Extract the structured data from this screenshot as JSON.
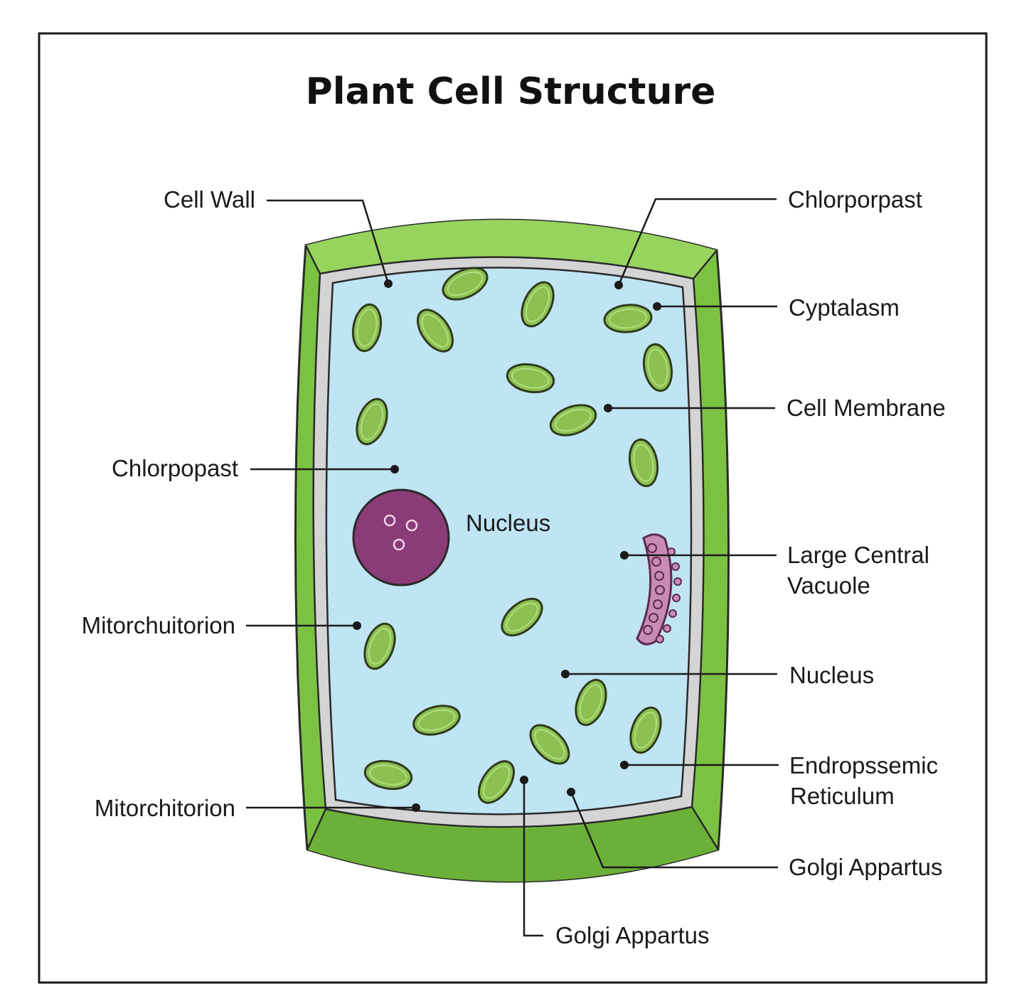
{
  "title": "Plant Cell Structure",
  "colors": {
    "cell_wall": "#7cc242",
    "cell_wall_dark": "#5a9a2e",
    "membrane": "#d4d4d4",
    "cytoplasm": "#bfe4f4",
    "chloroplast": "#8cc152",
    "nucleus": "#8b3b78",
    "er": "#c98ab5",
    "outline": "#2a2a2a"
  },
  "labels": {
    "cell_wall": "Cell Wall",
    "chloroplast_top_right": "Chlorporpast",
    "cytoplasm": "Cyptalasm",
    "cell_membrane": "Cell Membrane",
    "chloroplast_left": "Chlorpopast",
    "nucleus_inline": "Nucleus",
    "vacuole_line1": "Large Central",
    "vacuole_line2": "Vacuole",
    "mitochondrion_left": "Mitorchuitorion",
    "nucleus_right": "Nucleus",
    "er_line1": "Endropssemic",
    "er_line2": "Reticulum",
    "mitochondrion_bottom_left": "Mitorchitorion",
    "golgi_right": "Golgi Appartus",
    "golgi_bottom": "Golgi Appartus"
  }
}
